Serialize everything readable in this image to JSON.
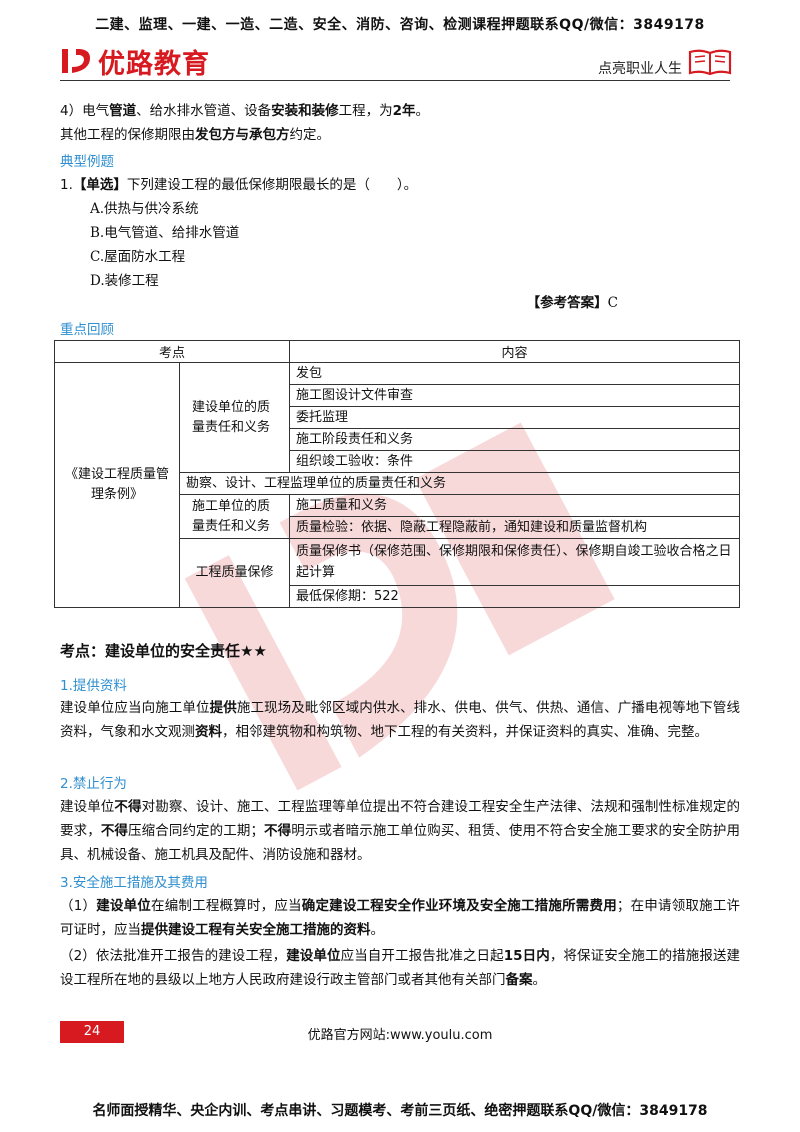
{
  "header": {
    "banner": "二建、监理、一建、一造、二造、安全、消防、咨询、检测课程押题联系QQ/微信：3849178",
    "logo_text": "优路教育",
    "slogan": "点亮职业人生"
  },
  "intro": {
    "line1": [
      {
        "t": "4）电气",
        "b": false
      },
      {
        "t": "管道",
        "b": true
      },
      {
        "t": "、给水排水管道、设备",
        "b": false
      },
      {
        "t": "安装和装修",
        "b": true
      },
      {
        "t": "工程，为",
        "b": false
      },
      {
        "t": "2年",
        "b": true
      },
      {
        "t": "。",
        "b": false
      }
    ],
    "line2": [
      {
        "t": "其他工程的保修期限由",
        "b": false
      },
      {
        "t": "发包方与承包方",
        "b": true
      },
      {
        "t": "约定。",
        "b": false
      }
    ]
  },
  "example": {
    "heading": "典型例题",
    "question_prefix": "1.",
    "question_type": "【单选】",
    "question_text": "下列建设工程的最低保修期限最长的是（　　）。",
    "options": [
      "A.供热与供冷系统",
      "B.电气管道、给排水管道",
      "C.屋面防水工程",
      "D.装修工程"
    ],
    "answer_label": "【参考答案】",
    "answer_value": "C"
  },
  "review": {
    "heading": "重点回顾",
    "col1": "考点",
    "col2": "内容",
    "law": "《建设工程质量管理条例》",
    "group1": "建设单位的质量责任和义务",
    "group1_items": [
      "发包",
      "施工图设计文件审查",
      "委托监理",
      "施工阶段责任和义务",
      "组织竣工验收：条件"
    ],
    "span_row": "勘察、设计、工程监理单位的质量责任和义务",
    "group2": "施工单位的质量责任和义务",
    "group2_items": [
      "施工质量和义务",
      "质量检验：依据、隐蔽工程隐蔽前，通知建设和质量监督机构"
    ],
    "group3": "工程质量保修",
    "group3_items": [
      "质量保修书（保修范围、保修期限和保修责任）、保修期自竣工验收合格之日起计算",
      "最低保修期：522"
    ]
  },
  "section": {
    "title": "考点：建设单位的安全责任★★",
    "s1_heading": "1.提供资料",
    "s1_para": [
      {
        "t": "建设单位应当向施工单位",
        "b": false
      },
      {
        "t": "提供",
        "b": true
      },
      {
        "t": "施工现场及毗邻区域内供水、排水、供电、供气、供热、通信、广播电视等地下管线资料，气象和水文观测",
        "b": false
      },
      {
        "t": "资料",
        "b": true
      },
      {
        "t": "，相邻建筑物和构筑物、地下工程的有关资料，并保证资料的真实、准确、完整。",
        "b": false
      }
    ],
    "s2_heading": "2.禁止行为",
    "s2_para": [
      {
        "t": "建设单位",
        "b": false
      },
      {
        "t": "不得",
        "b": true
      },
      {
        "t": "对勘察、设计、施工、工程监理等单位提出不符合建设工程安全生产法律、法规和强制性标准规定的要求，",
        "b": false
      },
      {
        "t": "不得",
        "b": true
      },
      {
        "t": "压缩合同约定的工期；",
        "b": false
      },
      {
        "t": "不得",
        "b": true
      },
      {
        "t": "明示或者暗示施工单位购买、租赁、使用不符合安全施工要求的安全防护用具、机械设备、施工机具及配件、消防设施和器材。",
        "b": false
      }
    ],
    "s3_heading": "3.安全施工措施及其费用",
    "s3_para1": [
      {
        "t": "（1）",
        "b": false
      },
      {
        "t": "建设单位",
        "b": true
      },
      {
        "t": "在编制工程概算时，应当",
        "b": false
      },
      {
        "t": "确定建设工程安全作业环境及安全施工措施所需费用",
        "b": true
      },
      {
        "t": "；在申请领取施工许可证时，应当",
        "b": false
      },
      {
        "t": "提供建设工程有关安全施工措施的资料",
        "b": true
      },
      {
        "t": "。",
        "b": false
      }
    ],
    "s3_para2": [
      {
        "t": "（2）依法批准开工报告的建设工程，",
        "b": false
      },
      {
        "t": "建设单位",
        "b": true
      },
      {
        "t": "应当自开工报告批准之日起",
        "b": false
      },
      {
        "t": "15日内",
        "b": true
      },
      {
        "t": "，将保证安全施工的措施报送建设工程所在地的县级以上地方人民政府建设行政主管部门或者其他有关部门",
        "b": false
      },
      {
        "t": "备案",
        "b": true
      },
      {
        "t": "。",
        "b": false
      }
    ]
  },
  "footer": {
    "page_number": "24",
    "site": "优路官方网站:www.youlu.com",
    "banner": "名师面授精华、央企内训、考点串讲、习题模考、考前三页纸、绝密押题联系QQ/微信：3849178"
  },
  "colors": {
    "brand_red": "#d71920",
    "link_blue": "#2f8fd0"
  }
}
